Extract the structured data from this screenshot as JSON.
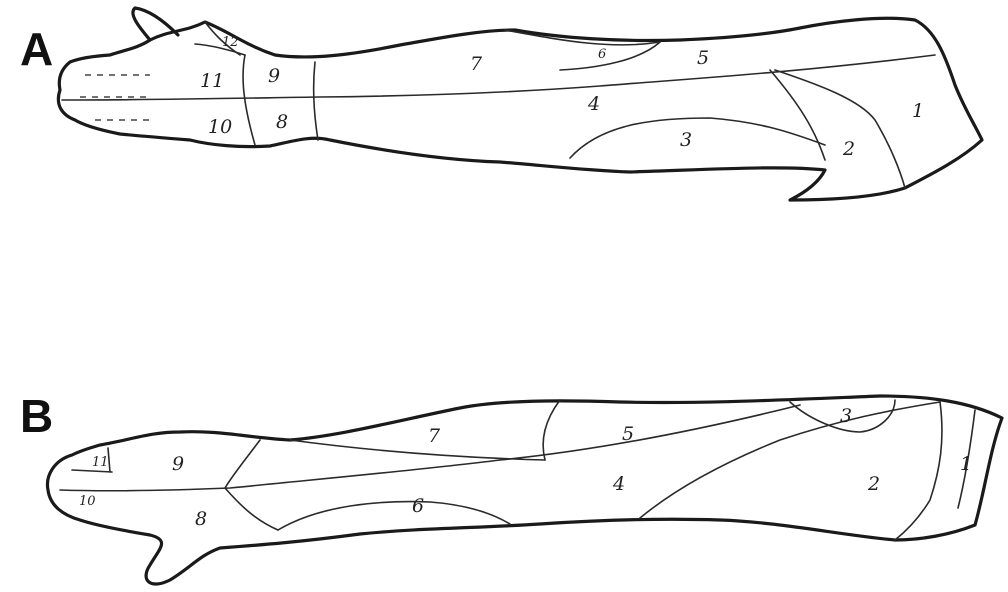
{
  "panels": [
    {
      "letter": "A",
      "labels": [
        "1",
        "2",
        "3",
        "4",
        "5",
        "6",
        "7",
        "8",
        "9",
        "10",
        "11",
        "12"
      ]
    },
    {
      "letter": "B",
      "labels": [
        "1",
        "2",
        "3",
        "4",
        "5",
        "6",
        "7",
        "8",
        "9",
        "10",
        "11"
      ]
    }
  ]
}
